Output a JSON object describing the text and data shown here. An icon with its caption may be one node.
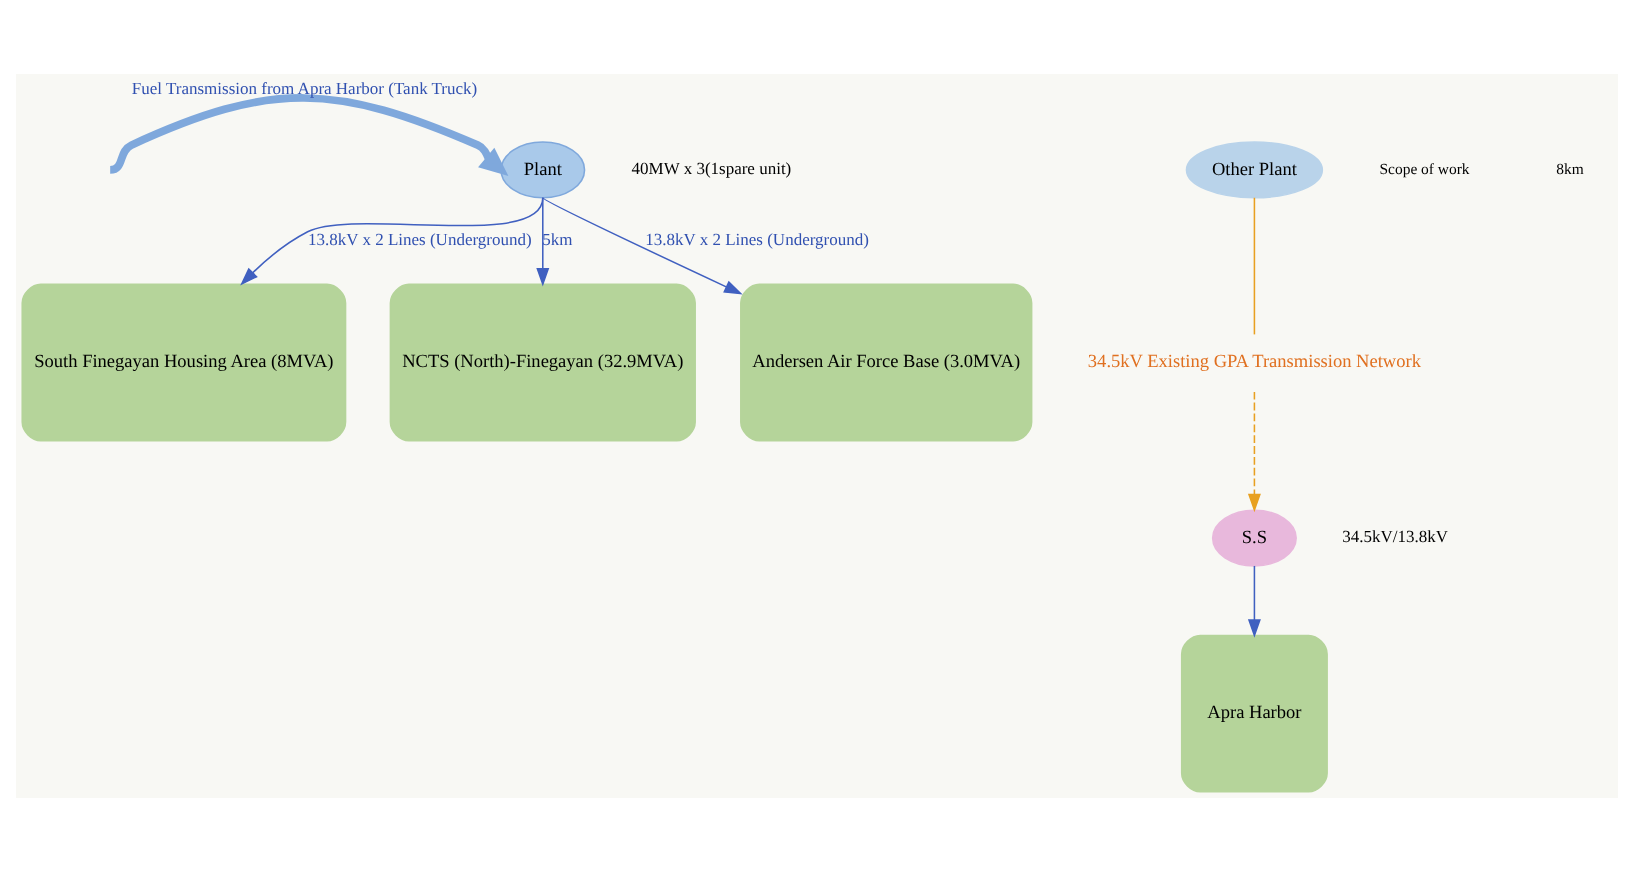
{
  "diagram": {
    "nodes": [
      {
        "text": [
          "Plant"
        ],
        "beside": [
          "40MW x 3(1spare unit)"
        ]
      },
      {
        "text": [
          "Other Plant"
        ]
      },
      {
        "text": [
          "34.5kV Existing GPA Transmission Network"
        ]
      },
      {
        "text": [
          "S.S"
        ],
        "beside": [
          "34.5kV/13.8kV"
        ]
      },
      {
        "text": [
          "Apra Harbor"
        ]
      },
      {
        "text": [
          "South Finegayan Housing Area (8MVA)"
        ]
      },
      {
        "text": [
          "NCTS (North)-Finegayan (32.9MVA)"
        ]
      },
      {
        "text": [
          "Andersen Air Force Base (3.0MVA)"
        ]
      }
    ],
    "edges": [
      {
        "from": null,
        "to": 0,
        "arrow": "to",
        "label": "Fuel Transmission from Apra Harbor (Tank Truck)",
        "style": "thick",
        "color": "#7fa8dc"
      },
      {
        "from": 1,
        "to": 2,
        "arrow": "none",
        "color": "#e8a020"
      },
      {
        "from": 2,
        "to": 3,
        "arrow": "to",
        "style": "dashed",
        "color": "#e8a020"
      },
      {
        "from": 3,
        "to": 4,
        "arrow": "to"
      },
      {
        "from": 0,
        "to": 5,
        "arrow": "to",
        "label": "13.8kV x 2 Lines (Underground)"
      },
      {
        "from": 0,
        "to": 6,
        "arrow": "to",
        "label": "5km"
      },
      {
        "from": 0,
        "to": 7,
        "arrow": "to",
        "label": "13.8kV x 2 Lines (Underground)"
      }
    ],
    "labels": [
      "Scope of work",
      "8km"
    ]
  }
}
